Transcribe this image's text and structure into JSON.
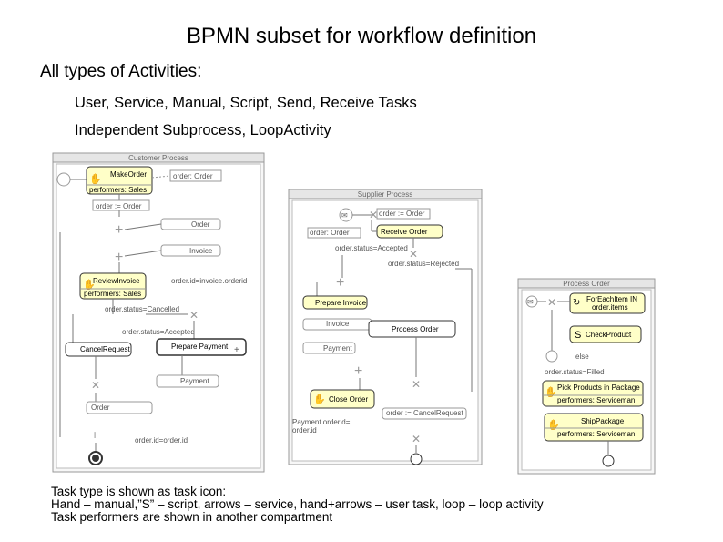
{
  "title": "BPMN subset for workflow definition",
  "bullet": "All types of Activities:",
  "subitems": [
    "User, Service, Manual, Script, Send, Receive Tasks",
    "Independent Subprocess, LoopActivity"
  ],
  "notes": [
    "Task type is shown as task icon:",
    "Hand – manual,”S” – script, arrows – service, hand+arrows – user task, loop – loop activity",
    "Task performers are shown in another compartment"
  ],
  "diagram": {
    "customer": {
      "title": "Customer Process",
      "make_order": "MakeOrder",
      "perf_sales": "performers: Sales",
      "order_obj": "order: Order",
      "order_eq": "order := Order",
      "doc_order": "Order",
      "doc_invoice": "Invoice",
      "review": "ReviewInvoice",
      "perf_sales2": "performers: Sales",
      "invoice_cond": "order.id=invoice.orderid",
      "status_cancelled": "order.status=Cancelled",
      "status_accepted": "order.status=Accepted",
      "cancel_req": "CancelRequest",
      "prepare_payment": "Prepare Payment",
      "doc_payment": "Payment",
      "doc_order2": "Order",
      "orderid_cond": "order.id=order.id"
    },
    "supplier": {
      "title": "Supplier Process",
      "order_eq": "order := Order",
      "order_obj": "order: Order",
      "receive": "Receive Order",
      "status_accepted": "order.status=Accepted",
      "status_rejected": "order.status=Rejected",
      "prepare_invoice": "Prepare Invoice",
      "doc_invoice": "Invoice",
      "process_order": "Process Order",
      "doc_payment": "Payment",
      "close_order": "Close Order",
      "cancel_req": "order := CancelRequest",
      "payment_cond1": "Payment.orderid=",
      "payment_cond2": "order.id"
    },
    "process_order_detail": {
      "title": "Process Order",
      "foreach1": "ForEachItem IN",
      "foreach2": "order.items",
      "check_product": "CheckProduct",
      "else_lbl": "else",
      "status_filled": "order.status=Filled",
      "pick1": "Pick Products in Package",
      "pick2": "performers: Serviceman",
      "ship1": "ShipPackage",
      "ship2": "performers: Serviceman"
    }
  }
}
